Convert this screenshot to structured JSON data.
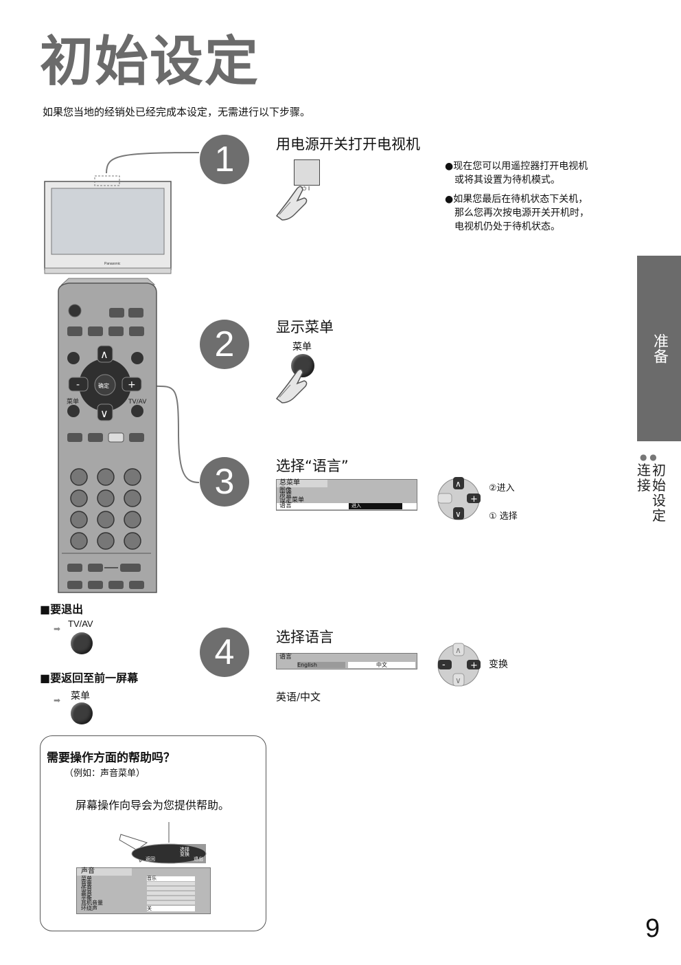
{
  "page_title": "初始设定",
  "intro": "如果您当地的经销处已经完成本设定，无需进行以下步骤。",
  "tv_brand": "Panasonic",
  "steps": [
    {
      "number": "1",
      "title": "用电源开关打开电视机",
      "switch_label": "⏻ I",
      "notes": [
        "●现在您可以用遥控器打开电视机\n　或将其设置为待机模式。",
        "●如果您最后在待机状态下关机，\n　那么您再次按电源开关开机时，\n　电视机仍处于待机状态。"
      ]
    },
    {
      "number": "2",
      "title": "显示菜单",
      "button_label": "菜单"
    },
    {
      "number": "3",
      "title": "选择“语言”",
      "menu": {
        "header": "总菜单",
        "items": [
          "图像",
          "声音",
          "设定菜单",
          "语言"
        ],
        "selected_value": "进入"
      },
      "enter_label": "②进入",
      "select_label": "① 选择"
    },
    {
      "number": "4",
      "title": "选择语言",
      "menu": {
        "header": "语言",
        "options": [
          "English",
          "中文"
        ]
      },
      "change_label": "变换",
      "footnote": "英语/中文"
    }
  ],
  "remote": {
    "ok_label": "确定",
    "menu_label": "菜单",
    "tvav_label": "TV/AV",
    "minus": "-",
    "plus": "+",
    "up": "∧",
    "down": "∨"
  },
  "exit": {
    "heading": "■要退出",
    "button_label": "TV/AV"
  },
  "back": {
    "heading": "■要返回至前一屏幕",
    "button_label": "菜单"
  },
  "help": {
    "question": "需要操作方面的帮助吗？",
    "example": "（例如：声音菜单）",
    "answer": "屏幕操作向导会为您提供帮助。",
    "guide": {
      "select": "选择",
      "change": "变换",
      "back": "返回",
      "exit": "退出"
    },
    "menu": {
      "header": "声音",
      "items": [
        "菜单",
        "音量",
        "低音",
        "高音",
        "平衡",
        "耳机音量",
        "环绕声"
      ],
      "first_value": "音乐",
      "last_value": "关"
    }
  },
  "side_tab": {
    "label": "准备",
    "sub_left": "连接",
    "sub_right": "初始设定"
  },
  "page_number": "9"
}
